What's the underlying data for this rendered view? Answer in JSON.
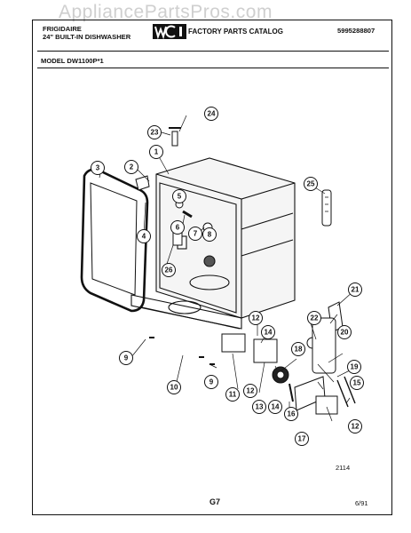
{
  "watermark": "AppliancePartsPros.com",
  "header": {
    "brand": "FRIGIDAIRE",
    "product": "24\" BUILT-IN DISHWASHER",
    "catalog_title": "FACTORY PARTS CATALOG",
    "part_number": "5995288807",
    "model_label": "MODEL DW1100P*1"
  },
  "callouts": [
    "1",
    "2",
    "3",
    "4",
    "5",
    "6",
    "7",
    "8",
    "9",
    "9",
    "10",
    "11",
    "12",
    "12",
    "12",
    "13",
    "14",
    "14",
    "15",
    "16",
    "17",
    "18",
    "19",
    "20",
    "21",
    "22",
    "23",
    "24",
    "25",
    "26"
  ],
  "footer": {
    "figure_number": "2114",
    "page_code": "G7",
    "date": "6/91"
  }
}
